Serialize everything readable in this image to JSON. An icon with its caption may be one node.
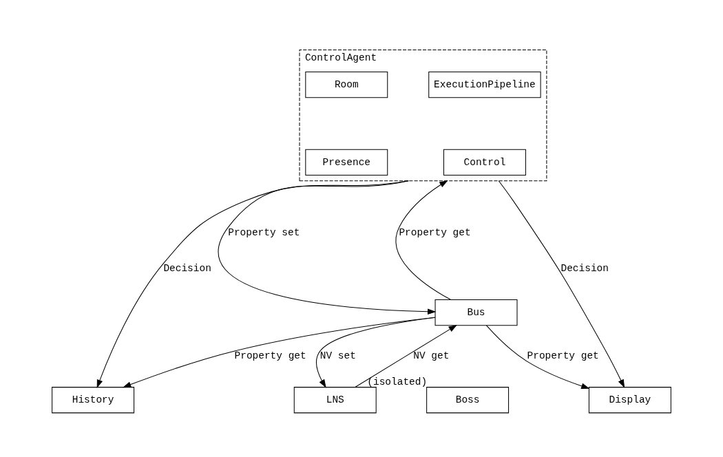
{
  "diagram": {
    "nodes": [
      {
        "text": [
          "ControlAgent"
        ]
      },
      {
        "text": [
          "Room"
        ],
        "in": 0
      },
      {
        "text": [
          "ExecutionPipeline"
        ],
        "in": 0
      },
      {
        "text": [
          "Presence"
        ],
        "in": 0
      },
      {
        "text": [
          "Control"
        ],
        "in": 0
      },
      {
        "text": [
          "Display"
        ]
      },
      {
        "text": [
          "History"
        ]
      },
      {
        "text": [
          "Bus"
        ]
      },
      {
        "text": [
          "LNS"
        ]
      },
      {
        "text": [
          "Boss"
        ],
        "beside": [
          "(isolated)"
        ]
      }
    ],
    "edges": [
      {
        "from": 0,
        "to": 6,
        "arrow": "to",
        "label": "Decision"
      },
      {
        "from": 0,
        "to": 7,
        "arrow": "to",
        "label": "Property set"
      },
      {
        "from": 7,
        "to": 0,
        "arrow": "to",
        "label": "Property get"
      },
      {
        "from": 0,
        "to": 5,
        "arrow": "to",
        "label": "Decision"
      },
      {
        "from": 7,
        "to": 6,
        "arrow": "to",
        "label": "Property get"
      },
      {
        "from": 7,
        "to": 5,
        "arrow": "to",
        "label": "Property get"
      },
      {
        "from": 7,
        "to": 8,
        "arrow": "to",
        "label": "NV set"
      },
      {
        "from": 8,
        "to": 7,
        "arrow": "to",
        "label": "NV get"
      }
    ]
  }
}
